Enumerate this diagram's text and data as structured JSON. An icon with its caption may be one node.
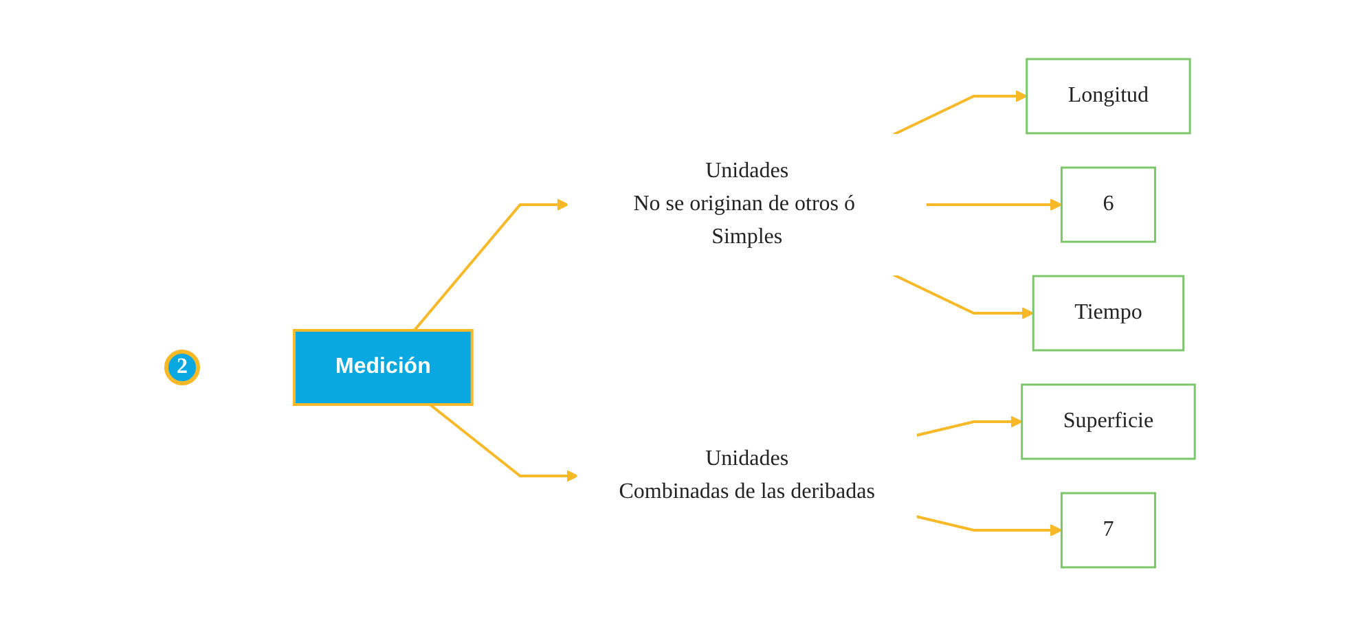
{
  "diagram": {
    "nodes": [
      {
        "text": [
          "2"
        ]
      },
      {
        "text": [
          "Medición"
        ]
      },
      {
        "text": [
          "Unidades",
          "No se originan de otros ó Simples"
        ]
      },
      {
        "text": [
          "Longitud"
        ]
      },
      {
        "text": [
          "6"
        ]
      },
      {
        "text": [
          "Tiempo"
        ]
      },
      {
        "text": [
          "Unidades",
          "Combinadas de las deribadas"
        ]
      },
      {
        "text": [
          "Superficie"
        ]
      },
      {
        "text": [
          "7"
        ]
      }
    ],
    "edges": [
      {
        "from": 1,
        "to": 2,
        "arrow": "to"
      },
      {
        "from": 1,
        "to": 6,
        "arrow": "to"
      },
      {
        "from": 2,
        "to": 3,
        "arrow": "to"
      },
      {
        "from": 2,
        "to": 4,
        "arrow": "to"
      },
      {
        "from": 2,
        "to": 5,
        "arrow": "to"
      },
      {
        "from": 6,
        "to": 7,
        "arrow": "to"
      },
      {
        "from": 6,
        "to": 8,
        "arrow": "to"
      }
    ]
  }
}
